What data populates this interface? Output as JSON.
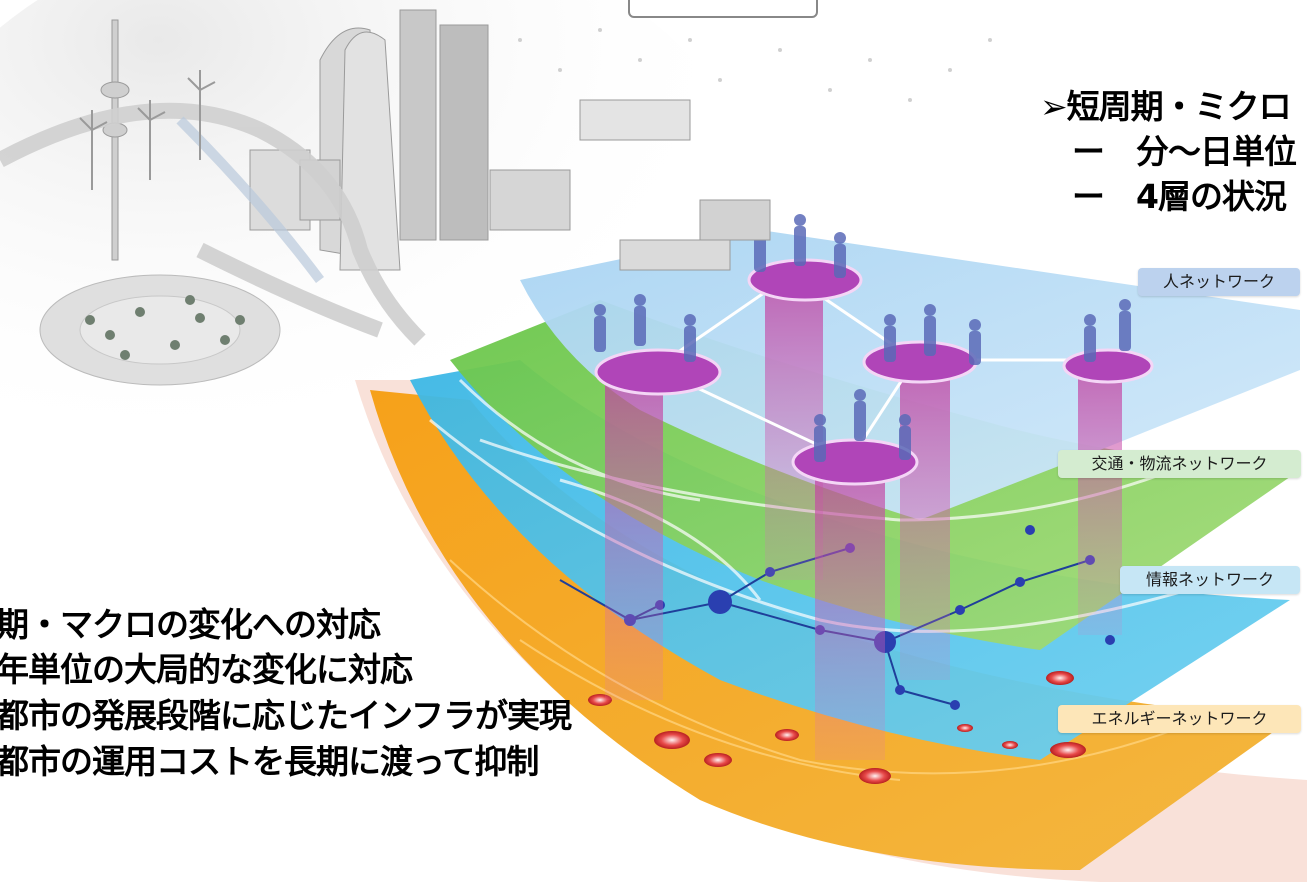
{
  "right_text": {
    "heading": "➢短周期・ミクロ",
    "items": [
      "ー　分～日単位",
      "ー　4層の状況"
    ]
  },
  "left_text": {
    "heading": "期・マクロの変化への対応",
    "items": [
      "年単位の大局的な変化に対応",
      "都市の発展段階に応じたインフラが実現",
      "都市の運用コストを長期に渡って抑制"
    ]
  },
  "layers": [
    {
      "label": "人ネットワーク",
      "color": "#bcd2ee"
    },
    {
      "label": "交通・物流ネットワーク",
      "color": "#d4ecd0"
    },
    {
      "label": "情報ネットワーク",
      "color": "#c6e6f5"
    },
    {
      "label": "エネルギーネットワーク",
      "color": "#fde6b8"
    }
  ]
}
